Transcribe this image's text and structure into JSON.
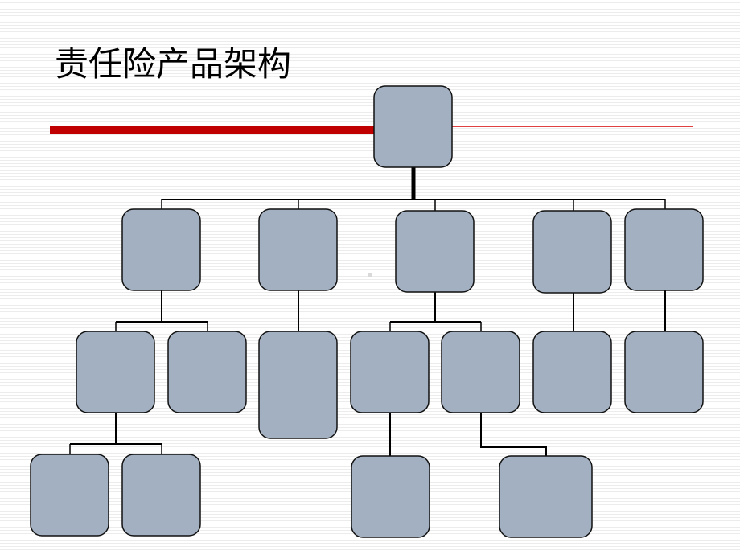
{
  "slide": {
    "title": "责任险产品架构",
    "colors": {
      "accent_bar": "#c00000",
      "thin_rule": "#e04040",
      "node_fill": "#a3b0c1",
      "node_border": "#111111",
      "connector": "#000000"
    }
  },
  "org_chart": {
    "levels": 4,
    "nodes": [
      {
        "id": "root",
        "parent": null,
        "level": 0,
        "label": ""
      },
      {
        "id": "l1-a",
        "parent": "root",
        "level": 1,
        "label": ""
      },
      {
        "id": "l1-b",
        "parent": "root",
        "level": 1,
        "label": ""
      },
      {
        "id": "l1-c",
        "parent": "root",
        "level": 1,
        "label": ""
      },
      {
        "id": "l1-d",
        "parent": "root",
        "level": 1,
        "label": ""
      },
      {
        "id": "l1-e",
        "parent": "root",
        "level": 1,
        "label": ""
      },
      {
        "id": "l2-a1",
        "parent": "l1-a",
        "level": 2,
        "label": ""
      },
      {
        "id": "l2-a2",
        "parent": "l1-a",
        "level": 2,
        "label": ""
      },
      {
        "id": "l2-b1",
        "parent": "l1-b",
        "level": 2,
        "label": ""
      },
      {
        "id": "l2-c1",
        "parent": "l1-c",
        "level": 2,
        "label": ""
      },
      {
        "id": "l2-c2",
        "parent": "l1-c",
        "level": 2,
        "label": ""
      },
      {
        "id": "l2-d1",
        "parent": "l1-d",
        "level": 2,
        "label": ""
      },
      {
        "id": "l2-e1",
        "parent": "l1-e",
        "level": 2,
        "label": ""
      },
      {
        "id": "l3-a1",
        "parent": "l2-a1",
        "level": 3,
        "label": ""
      },
      {
        "id": "l3-a2",
        "parent": "l2-a1",
        "level": 3,
        "label": ""
      },
      {
        "id": "l3-c1",
        "parent": "l2-c1",
        "level": 3,
        "label": ""
      },
      {
        "id": "l3-c2",
        "parent": "l2-c2",
        "level": 3,
        "label": ""
      }
    ]
  }
}
